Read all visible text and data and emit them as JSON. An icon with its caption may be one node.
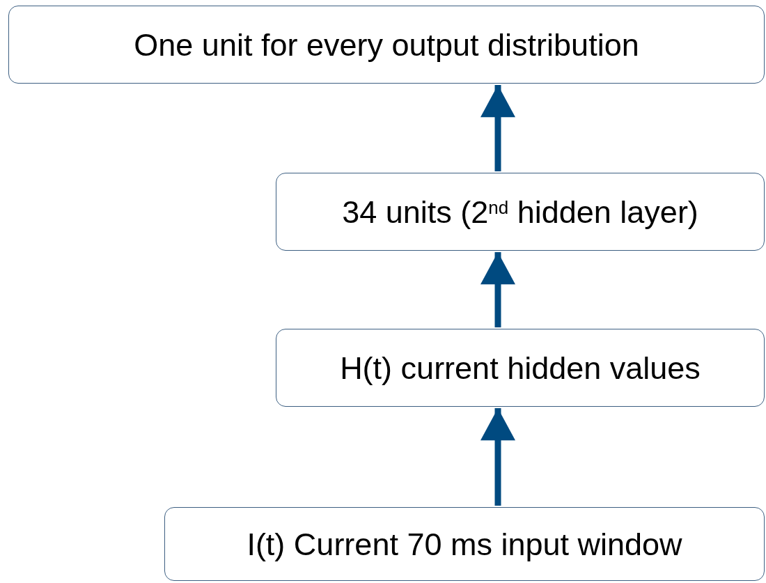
{
  "diagram": {
    "nodes": [
      {
        "text": [
          "One unit for every output distribution"
        ]
      },
      {
        "text": [
          "34 units (2$^{nd}$ hidden layer)"
        ]
      },
      {
        "text": [
          "H(t) current hidden values"
        ]
      },
      {
        "text": [
          "I(t) Current 70 ms input window"
        ]
      }
    ],
    "edges": [
      {
        "from": 3,
        "to": 2,
        "arrow": "to"
      },
      {
        "from": 2,
        "to": 1,
        "arrow": "to"
      },
      {
        "from": 1,
        "to": 0,
        "arrow": "to"
      }
    ]
  }
}
